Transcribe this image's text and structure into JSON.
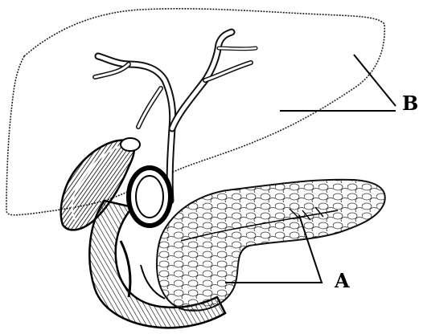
{
  "figure": {
    "structures": [
      "liver-outline",
      "bile-duct",
      "gallbladder",
      "duodenum",
      "pancreas"
    ],
    "labels": {
      "a": "A",
      "b": "B"
    }
  }
}
